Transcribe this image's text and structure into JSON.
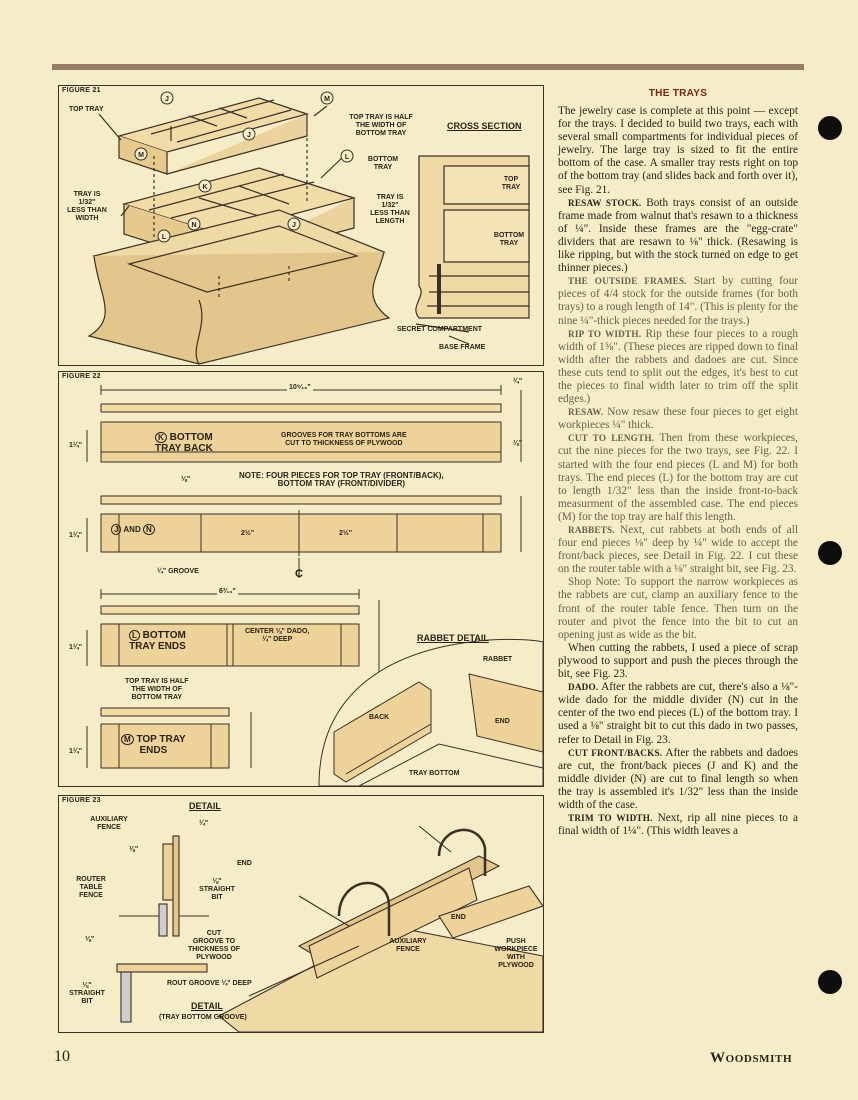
{
  "figures": {
    "fig21": {
      "label": "FIGURE 21",
      "top_tray": "TOP TRAY",
      "tray_is_width": [
        "TRAY IS",
        "1/32\"",
        "LESS THAN",
        "WIDTH"
      ],
      "top_tray_half": [
        "TOP TRAY IS HALF",
        "THE WIDTH OF",
        "BOTTOM TRAY"
      ],
      "bottom_tray": [
        "BOTTOM",
        "TRAY"
      ],
      "tray_is_length": [
        "TRAY IS",
        "1/32\"",
        "LESS THAN",
        "LENGTH"
      ],
      "cross_section": "CROSS SECTION",
      "cs_top_tray": [
        "TOP",
        "TRAY"
      ],
      "cs_bottom_tray": [
        "BOTTOM",
        "TRAY"
      ],
      "secret_compartment": "SECRET COMPARTMENT",
      "base_frame": "BASE FRAME",
      "callouts": [
        "J",
        "M",
        "L",
        "J",
        "K",
        "N",
        "L",
        "J",
        "M"
      ]
    },
    "fig22": {
      "label": "FIGURE 22",
      "dim_top": "10⁹⁄₁₆\"",
      "quarter": "¼\"",
      "eighth": "⅛\"",
      "dim_1q": "1¼\"",
      "k_title": [
        "BOTTOM",
        "TRAY BACK"
      ],
      "k_letter": "K",
      "grooves_note": [
        "GROOVES FOR TRAY BOTTOMS ARE",
        "CUT TO THICKNESS OF PLYWOOD"
      ],
      "note": [
        "NOTE: FOUR PIECES FOR TOP TRAY (FRONT/BACK),",
        "BOTTOM TRAY (FRONT/DIVIDER)"
      ],
      "jn_label": "AND",
      "j_letter": "J",
      "n_letter": "N",
      "two_half": "2½\"",
      "quarter_groove": "¼\" GROOVE",
      "center_mark": "₵",
      "dim_mid": "6³⁄₁₆\"",
      "l_title": [
        "BOTTOM",
        "TRAY ENDS"
      ],
      "l_letter": "L",
      "center_dado": [
        "CENTER ⅛\" DADO,",
        "¼\" DEEP"
      ],
      "top_half": [
        "TOP TRAY IS HALF",
        "THE WIDTH OF",
        "BOTTOM TRAY"
      ],
      "m_title": [
        "TOP TRAY",
        "ENDS"
      ],
      "m_letter": "M",
      "rabbet_detail": "RABBET DETAIL",
      "rabbet": "RABBET",
      "back": "BACK",
      "end": "END",
      "tray_bottom": "TRAY BOTTOM"
    },
    "fig23": {
      "label": "FIGURE 23",
      "detail": "DETAIL",
      "aux_fence": [
        "AUXILIARY",
        "FENCE"
      ],
      "quarter": "¼\"",
      "eighth": "⅛\"",
      "end": "END",
      "router_table_fence": [
        "ROUTER",
        "TABLE",
        "FENCE"
      ],
      "straight_bit_1": [
        "⅛\"",
        "STRAIGHT",
        "BIT"
      ],
      "cut_groove": [
        "CUT",
        "GROOVE TO",
        "THICKNESS OF",
        "PLYWOOD"
      ],
      "rout_groove": "ROUT GROOVE ¼\" DEEP",
      "straight_bit_2": [
        "⅛\"",
        "STRAIGHT",
        "BIT"
      ],
      "detail2": "DETAIL",
      "detail2_sub": "(TRAY BOTTOM GROOVE)",
      "aux_fence_2": [
        "AUXILIARY",
        "FENCE"
      ],
      "end_2": "END",
      "push": [
        "PUSH",
        "WORKPIECE",
        "WITH",
        "PLYWOOD"
      ]
    }
  },
  "article": {
    "title": "THE TRAYS",
    "paragraphs": [
      {
        "head": "",
        "text": "The jewelry case is complete at this point — except for the trays. I decided to build two trays, each with several small compartments for individual pieces of jewelry. The large tray is sized to fit the entire bottom of the case. A smaller tray rests right on top of the bottom tray (and slides back and forth over it), see Fig. 21."
      },
      {
        "head": "RESAW STOCK.",
        "text": " Both trays consist of an outside frame made from walnut that's resawn to a thickness of ¼\". Inside these frames are the \"egg-crate\" dividers that are resawn to ⅛\" thick. (Resawing is like ripping, but with the stock turned on edge to get thinner pieces.)"
      },
      {
        "head": "THE OUTSIDE FRAMES.",
        "text": " Start by cutting four pieces of 4/4 stock for the outside frames (for both trays) to a rough length of 14\". (This is plenty for the nine ¼\"-thick pieces needed for the trays.)"
      },
      {
        "head": "RIP TO WIDTH.",
        "text": " Rip these four pieces to a rough width of 1⅝\". (These pieces are ripped down to final width after the rabbets and dadoes are cut. Since these cuts tend to split out the edges, it's best to cut the pieces to final width later to trim off the split edges.)"
      },
      {
        "head": "RESAW.",
        "text": " Now resaw these four pieces to get eight workpieces ¼\" thick."
      },
      {
        "head": "CUT TO LENGTH.",
        "text": " Then from these workpieces, cut the nine pieces for the two trays, see Fig. 22. I started with the four end pieces (L and M) for both trays. The end pieces (L) for the bottom tray are cut to length 1/32\" less than the inside front-to-back measurment of the assembled case. The end pieces (M) for the top tray are half this length."
      },
      {
        "head": "RABBETS.",
        "text": " Next, cut rabbets at both ends of all four end pieces ⅛\" deep by ¼\" wide to accept the front/back pieces, see Detail in Fig. 22. I cut these on the router table with a ⅛\" straight bit, see Fig. 23."
      },
      {
        "head": "",
        "text": "Shop Note: To support the narrow workpieces as the rabbets are cut, clamp an auxiliary fence to the front of the router table fence. Then turn on the router and pivot the fence into the bit to cut an opening just as wide as the bit."
      },
      {
        "head": "",
        "text": "When cutting the rabbets, I used a piece of scrap plywood to support and push the pieces through the bit, see Fig. 23."
      },
      {
        "head": "DADO.",
        "text": " After the rabbets are cut, there's also a ⅛\"-wide dado for the middle divider (N) cut in the center of the two end pieces (L) of the bottom tray. I used a ⅛\" straight bit to cut this dado in two passes, refer to Detail in Fig. 23."
      },
      {
        "head": "CUT FRONT/BACKS.",
        "text": " After the rabbets and dadoes are cut, the front/back pieces (J and K) and the middle divider (N) are cut to final length so when the tray is assembled it's 1/32\" less than the inside width of the case."
      },
      {
        "head": "TRIM TO WIDTH.",
        "text": " Next, rip all nine pieces to a final width of 1¼\". (This width leaves a"
      }
    ]
  },
  "footer": {
    "page_number": "10",
    "magazine": "Woodsmith"
  }
}
